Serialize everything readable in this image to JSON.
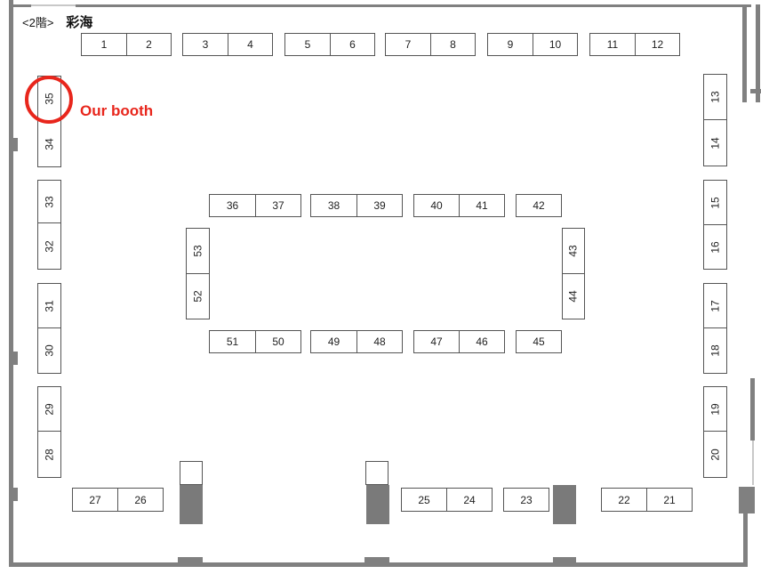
{
  "floor_label": "<2階>",
  "room_name": "彩海",
  "highlight": {
    "booth": "35",
    "label": "Our booth",
    "color": "#e8261c"
  },
  "booths": [
    "1",
    "2",
    "3",
    "4",
    "5",
    "6",
    "7",
    "8",
    "9",
    "10",
    "11",
    "12",
    "13",
    "14",
    "15",
    "16",
    "17",
    "18",
    "19",
    "20",
    "21",
    "22",
    "23",
    "24",
    "25",
    "26",
    "27",
    "28",
    "29",
    "30",
    "31",
    "32",
    "33",
    "34",
    "35",
    "36",
    "37",
    "38",
    "39",
    "40",
    "41",
    "42",
    "43",
    "44",
    "45",
    "46",
    "47",
    "48",
    "49",
    "50",
    "51",
    "52",
    "53"
  ]
}
